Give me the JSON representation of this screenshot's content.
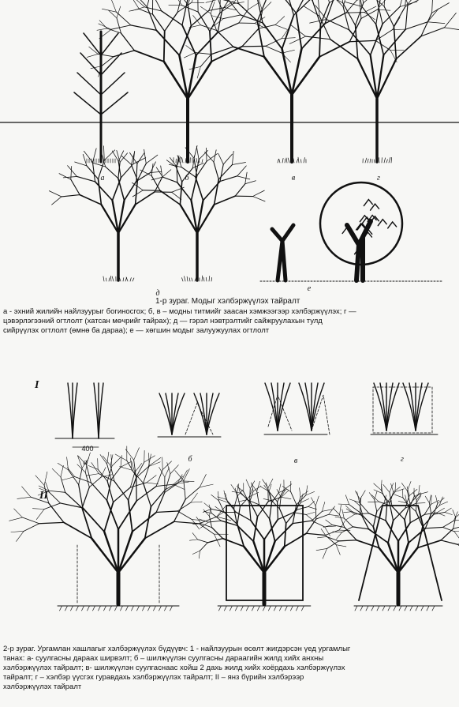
{
  "figure1": {
    "row1_labels": [
      "а",
      "б",
      "в",
      "г"
    ],
    "row2_labels": [
      "д",
      "е"
    ],
    "title": "1-р зураг. Модыг хэлбэржүүлэх тайралт",
    "lines": [
      "а - эхний жилийн найлзуурыг богиносгох; б, в – модны титмийг заасан хэмжээгээр хэлбэржүүлэх; г —",
      "цэвэрлэгээний огтлолт   (хатсан мөчрийг тайрах); д — гэрэл нэвтрэлтийг сайжруулахын тулд",
      "сийрүүлэх огтлолт (өмнө ба дараа); е — хөгшин модыг залуужуулах огтлолт"
    ]
  },
  "figure2": {
    "section1": "I",
    "section2": "II",
    "labels": [
      "а",
      "б",
      "в",
      "г"
    ],
    "dimension": "400",
    "lines": [
      "2-р зураг. Ургамлан хашлагыг хэлбэржүүлэх бүдүүвч: 1 - найлзуурын өсөлт жигдэрсэн үед ургамлыг",
      "танах: а- суулгасны дараах ширвэлт; б – шилжүүлэн суулгасны дараагийн жилд хийх анхны",
      "хэлбэржүүлэх тайралт; в- шилжүүлэн суулгаснаас хойш 2 дахь жилд хийх хоёрдахь хэлбэржүүлэх",
      "тайралт; г – хэлбэр үүсгэх гуравдахь хэлбэржүүлэх тайралт; II – янз бүрийн хэлбэрээр",
      "хэлбэржүүлэх тайралт"
    ]
  }
}
